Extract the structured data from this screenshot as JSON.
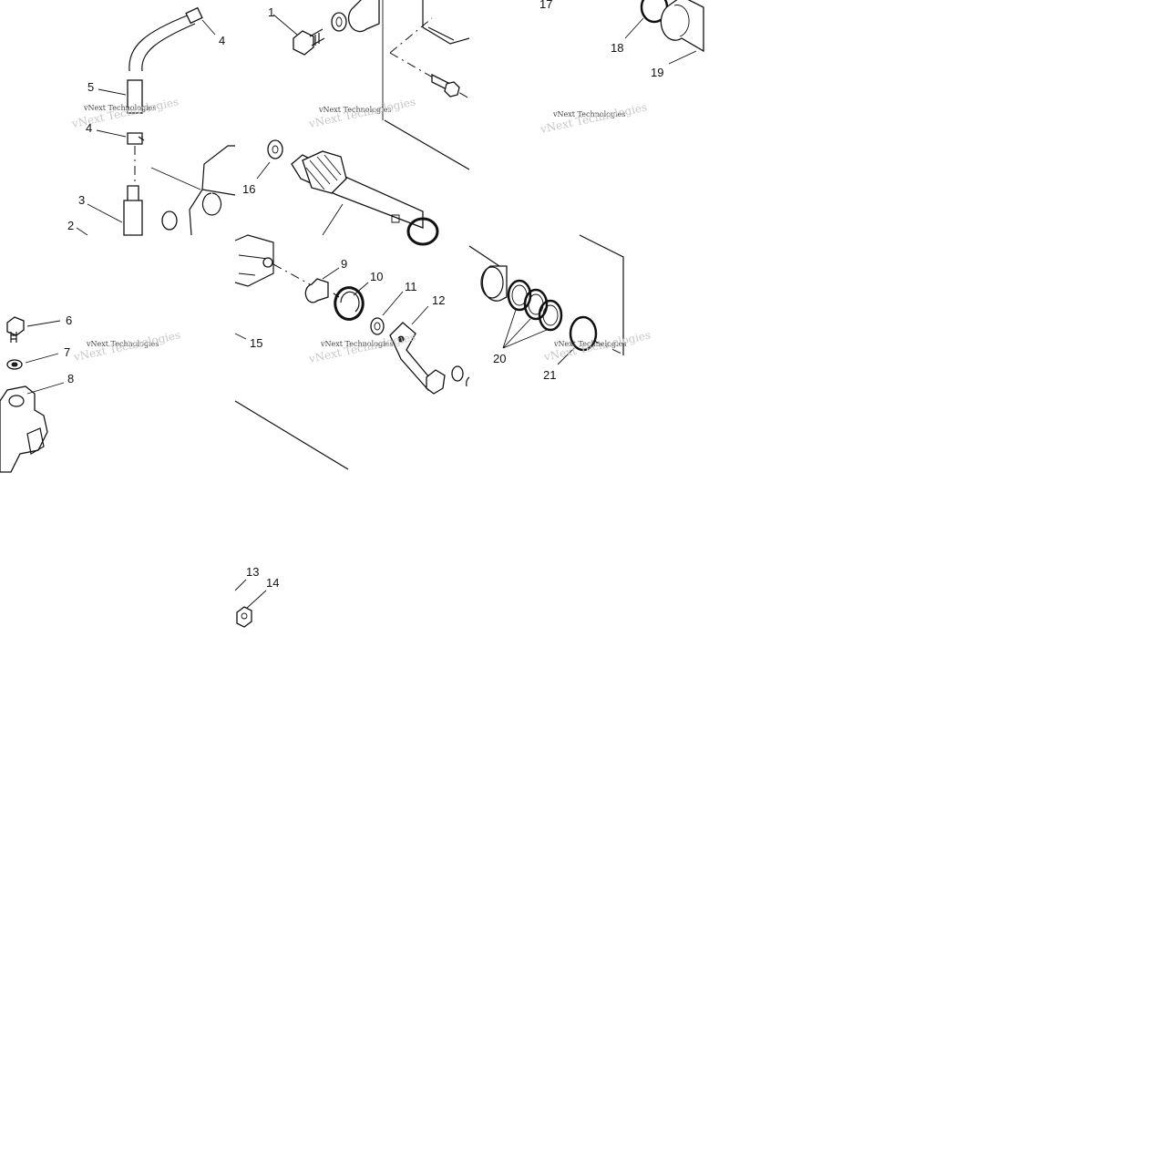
{
  "diagram": {
    "callouts": {
      "c1": "1",
      "c2": "2",
      "c3": "3",
      "c4a": "4",
      "c4b": "4",
      "c5": "5",
      "c6": "6",
      "c7": "7",
      "c8": "8",
      "c9": "9",
      "c10": "10",
      "c11": "11",
      "c12": "12",
      "c13": "13",
      "c14": "14",
      "c15": "15",
      "c16": "16",
      "c17": "17",
      "c18": "18",
      "c19": "19",
      "c20": "20",
      "c21": "21"
    },
    "watermark": "vNext Technologies"
  }
}
